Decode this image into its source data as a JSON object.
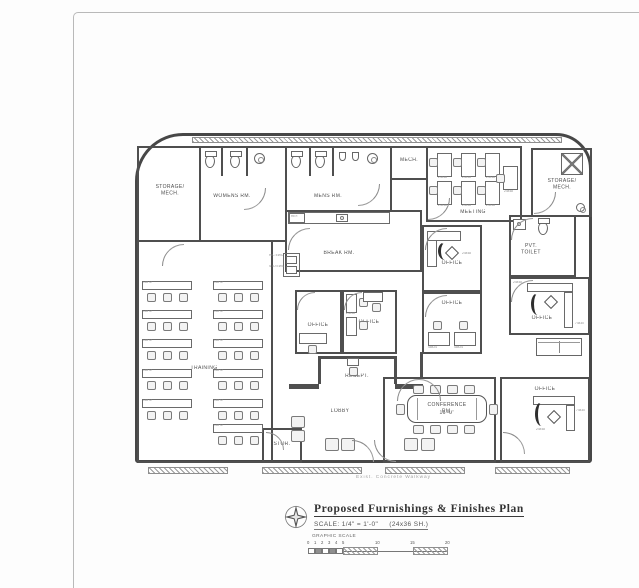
{
  "colors": {
    "paper": "#fdfdfd",
    "wall_line": "#4f4f4f",
    "label_text": "#4d4d4d",
    "frame_line": "#b9b9b9"
  },
  "title_block": {
    "title": "Proposed Furnishings & Finishes Plan",
    "scale": "SCALE: 1/4\" = 1'-0\"",
    "sheet": "(24x36 SH.)",
    "graphic_scale": "GRAPHIC SCALE",
    "ticks": [
      "0",
      "1",
      "2",
      "3",
      "4",
      "5",
      "10",
      "15",
      "20"
    ]
  },
  "site": {
    "walkway": "Exist. Concrete Walkway"
  },
  "rooms": {
    "storage_mech": "STORAGE/\nMECH.",
    "womens": "WOMENS RM.",
    "mens": "MENS RM.",
    "mech": "MECH.",
    "meeting": "MEETING",
    "pvt_toilet": "PVT.\nTOILET",
    "break_rm": "BREAK RM.",
    "office": "OFFICE",
    "training": "TRAINING",
    "recept": "RECEPT.",
    "lobby": "LOBBY",
    "stor": "STOR.",
    "conference": "CONFERENCE RM.",
    "conference_dim": "16'-0\""
  },
  "fixtures": {
    "ref": "REF.",
    "hc_ewc": "H/C\nEWC",
    "std_ewc": "STD\nEWC"
  },
  "tags": {
    "t24x48": "24x48",
    "t48x24": "48x24",
    "t18x72": "18x72",
    "t74x30": "74x30"
  }
}
